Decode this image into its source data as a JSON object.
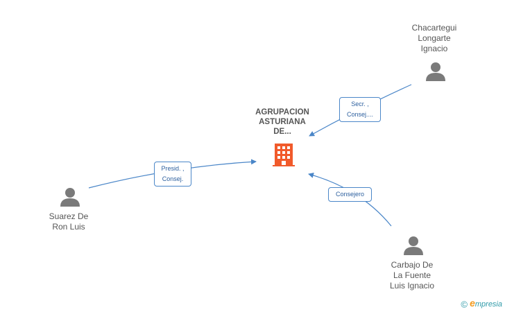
{
  "company": {
    "name_lines": [
      "AGRUPACION",
      "ASTURIANA",
      "DE..."
    ],
    "icon": "building-icon",
    "color": "#f15a2b"
  },
  "people": [
    {
      "id": "chacartegui",
      "lines": [
        "Chacartegui",
        "Longarte",
        "Ignacio"
      ],
      "icon": "person-icon"
    },
    {
      "id": "suarez",
      "lines": [
        "Suarez De",
        "Ron Luis"
      ],
      "icon": "person-icon"
    },
    {
      "id": "carbajo",
      "lines": [
        "Carbajo De",
        "La Fuente",
        "Luis Ignacio"
      ],
      "icon": "person-icon"
    }
  ],
  "relations": [
    {
      "from": "chacartegui",
      "lines": [
        "Secr. ,",
        "Consej...."
      ]
    },
    {
      "from": "suarez",
      "lines": [
        "Presid. ,",
        "Consej."
      ]
    },
    {
      "from": "carbajo",
      "lines": [
        "Consejero"
      ]
    }
  ],
  "colors": {
    "person": "#7a7a7a",
    "edge": "#4a86c8",
    "label_text": "#555555"
  },
  "brand": {
    "copyright": "©",
    "e": "e",
    "word": "mpresia"
  }
}
